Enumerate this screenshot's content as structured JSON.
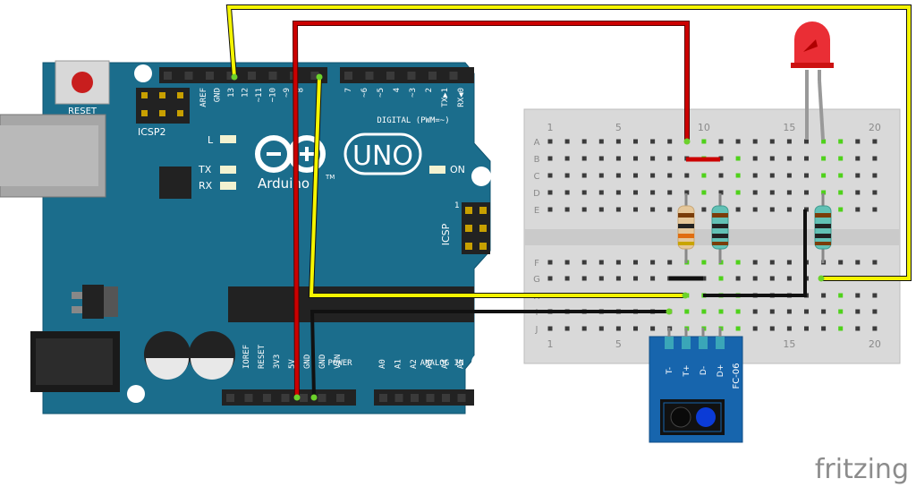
{
  "arduino": {
    "reset_label": "RESET",
    "icsp2_label": "ICSP2",
    "icsp_label": "ICSP",
    "icsp_pin_label": "1",
    "led_l_label": "L",
    "led_tx_label": "TX",
    "led_rx_label": "RX",
    "led_on_label": "ON",
    "brand_label": "Arduino",
    "tm_label": "TM",
    "uno_label": "UNO",
    "digital_label": "DIGITAL (PWM=~)",
    "top_pins_left": [
      "AREF",
      "GND",
      "13",
      "12",
      "~11",
      "~10",
      "~9",
      "8"
    ],
    "top_pins_right": [
      "7",
      "~6",
      "~5",
      "4",
      "~3",
      "2",
      "TX▶1",
      "RX◀0"
    ],
    "power_label": "POWER",
    "power_pins": [
      "IOREF",
      "RESET",
      "3V3",
      "5V",
      "GND",
      "GND",
      "VIN"
    ],
    "analog_label": "ANALOG IN",
    "analog_pins": [
      "A0",
      "A1",
      "A2",
      "A3",
      "A4",
      "A5"
    ]
  },
  "breadboard": {
    "row_labels": [
      "A",
      "B",
      "C",
      "D",
      "E",
      "F",
      "G",
      "H",
      "I",
      "J"
    ],
    "col_numbers_top": [
      "1",
      "5",
      "10",
      "15",
      "20"
    ],
    "col_numbers_bottom": [
      "1",
      "5",
      "10",
      "15",
      "20"
    ]
  },
  "sensor": {
    "module_label": "FC-06",
    "pins": [
      "T-",
      "T+",
      "D-",
      "D+"
    ]
  },
  "watermark": "fritzing",
  "colors": {
    "board": "#1b6d8c",
    "wire_yellow": "#f5f500",
    "wire_red": "#cc0000",
    "wire_black": "#111111",
    "led": "#e81c24",
    "sensor": "#1765ad"
  }
}
